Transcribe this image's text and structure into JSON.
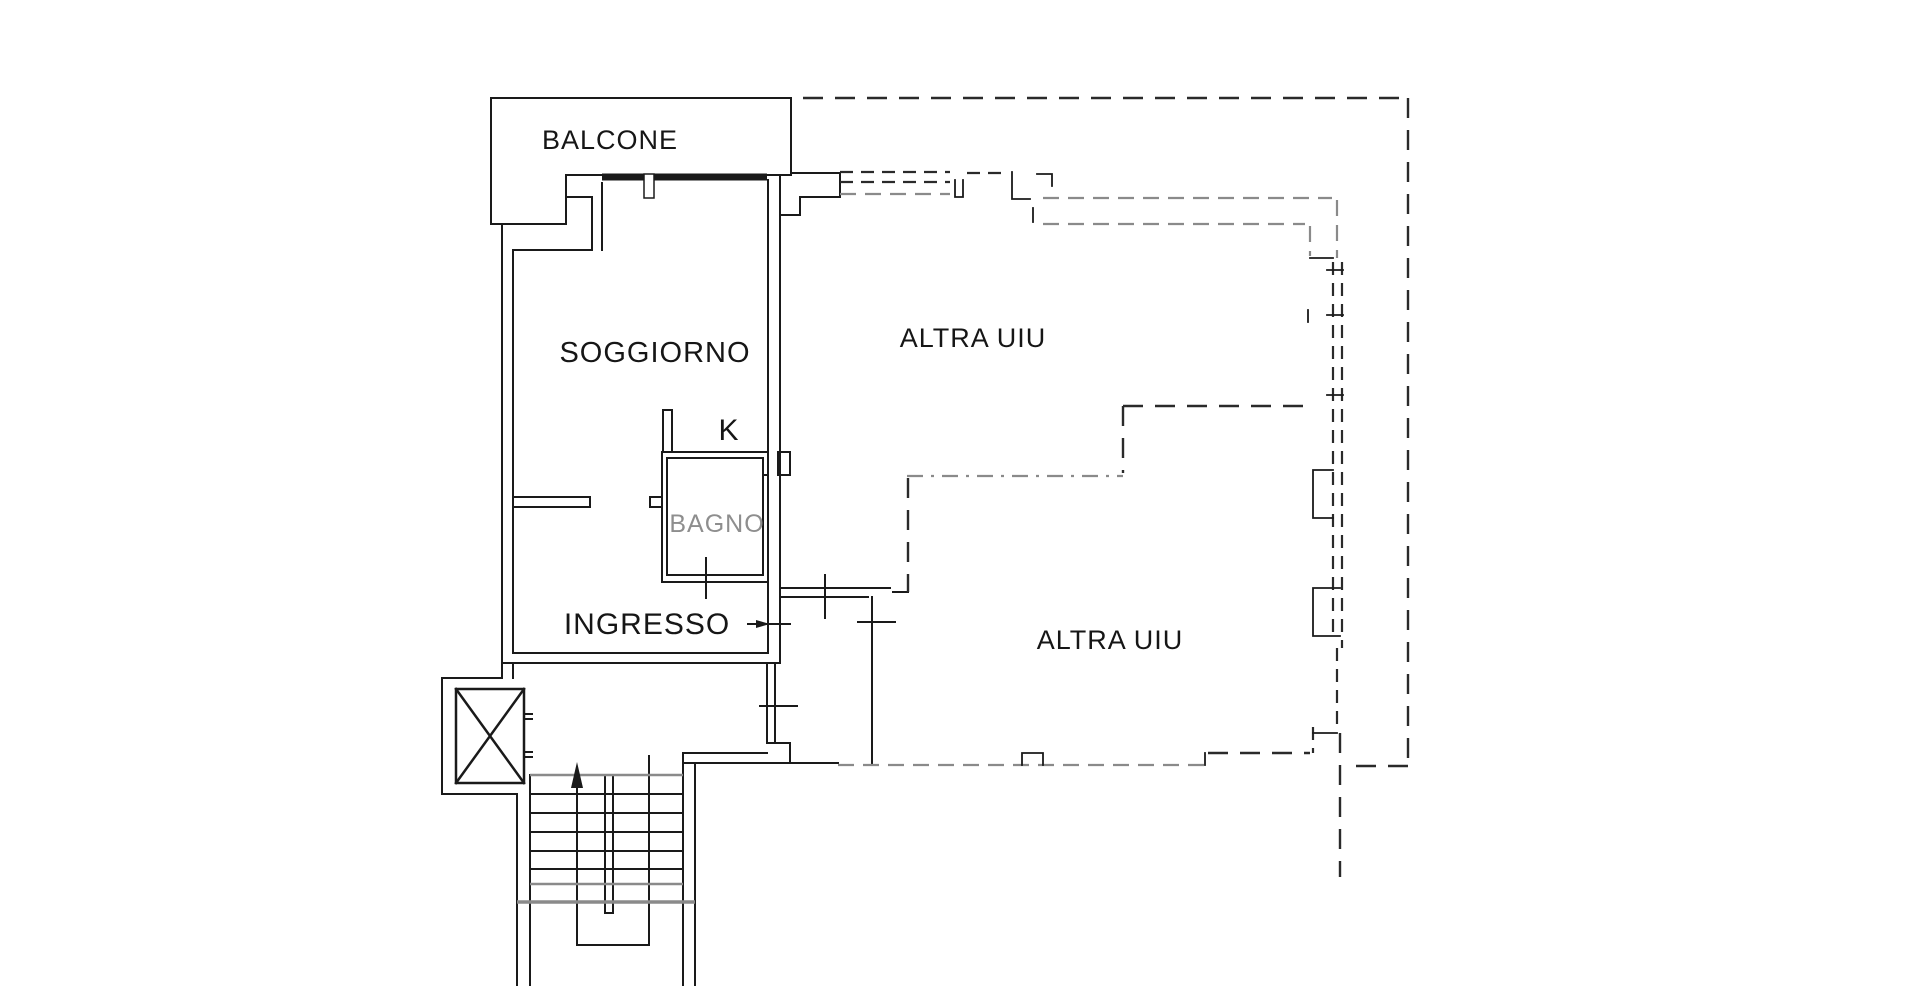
{
  "document": {
    "type": "floor-plan",
    "background": "#ffffff"
  },
  "colors": {
    "wall": "#1a1a1a",
    "dashed_black": "#2a2a2a",
    "dashed_gray": "#8a8a8a",
    "label_black": "#161616",
    "label_gray": "#8e8e8e"
  },
  "labels": {
    "balcone": {
      "text": "BALCONE"
    },
    "soggiorno": {
      "text": "SOGGIORNO"
    },
    "kitchen": {
      "text": "K"
    },
    "bagno": {
      "text": "BAGNO"
    },
    "ingresso": {
      "text": "INGRESSO"
    },
    "altra_uiu_top": {
      "text": "ALTRA UIU"
    },
    "altra_uiu_bottom": {
      "text": "ALTRA UIU"
    }
  }
}
